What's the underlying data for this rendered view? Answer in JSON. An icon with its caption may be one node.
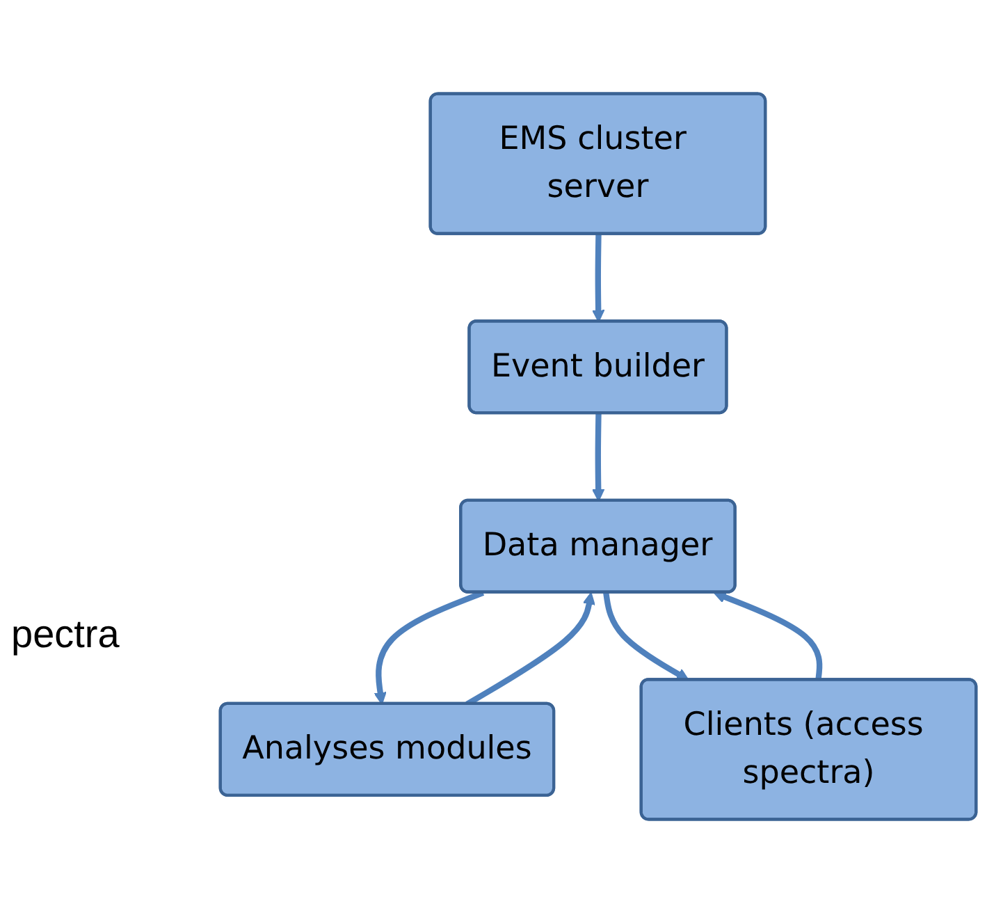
{
  "diagram": {
    "nodes": [
      {
        "text": [
          "EMS cluster server"
        ]
      },
      {
        "text": [
          "Event builder"
        ]
      },
      {
        "text": [
          "Analyses modules"
        ]
      },
      {
        "text": [
          "Data manager"
        ]
      },
      {
        "text": [
          "Clients (access spectra)"
        ]
      }
    ],
    "edges": [
      {
        "from": 0,
        "to": 1,
        "arrow": "to"
      },
      {
        "from": 1,
        "to": 3,
        "arrow": "to"
      },
      {
        "from": 2,
        "to": 3,
        "arrow": "to"
      },
      {
        "from": 3,
        "to": 2,
        "arrow": "to"
      },
      {
        "from": 3,
        "to": 4,
        "arrow": "to"
      },
      {
        "from": 4,
        "to": 3,
        "arrow": "to"
      }
    ],
    "labels": [
      "pectra"
    ]
  }
}
